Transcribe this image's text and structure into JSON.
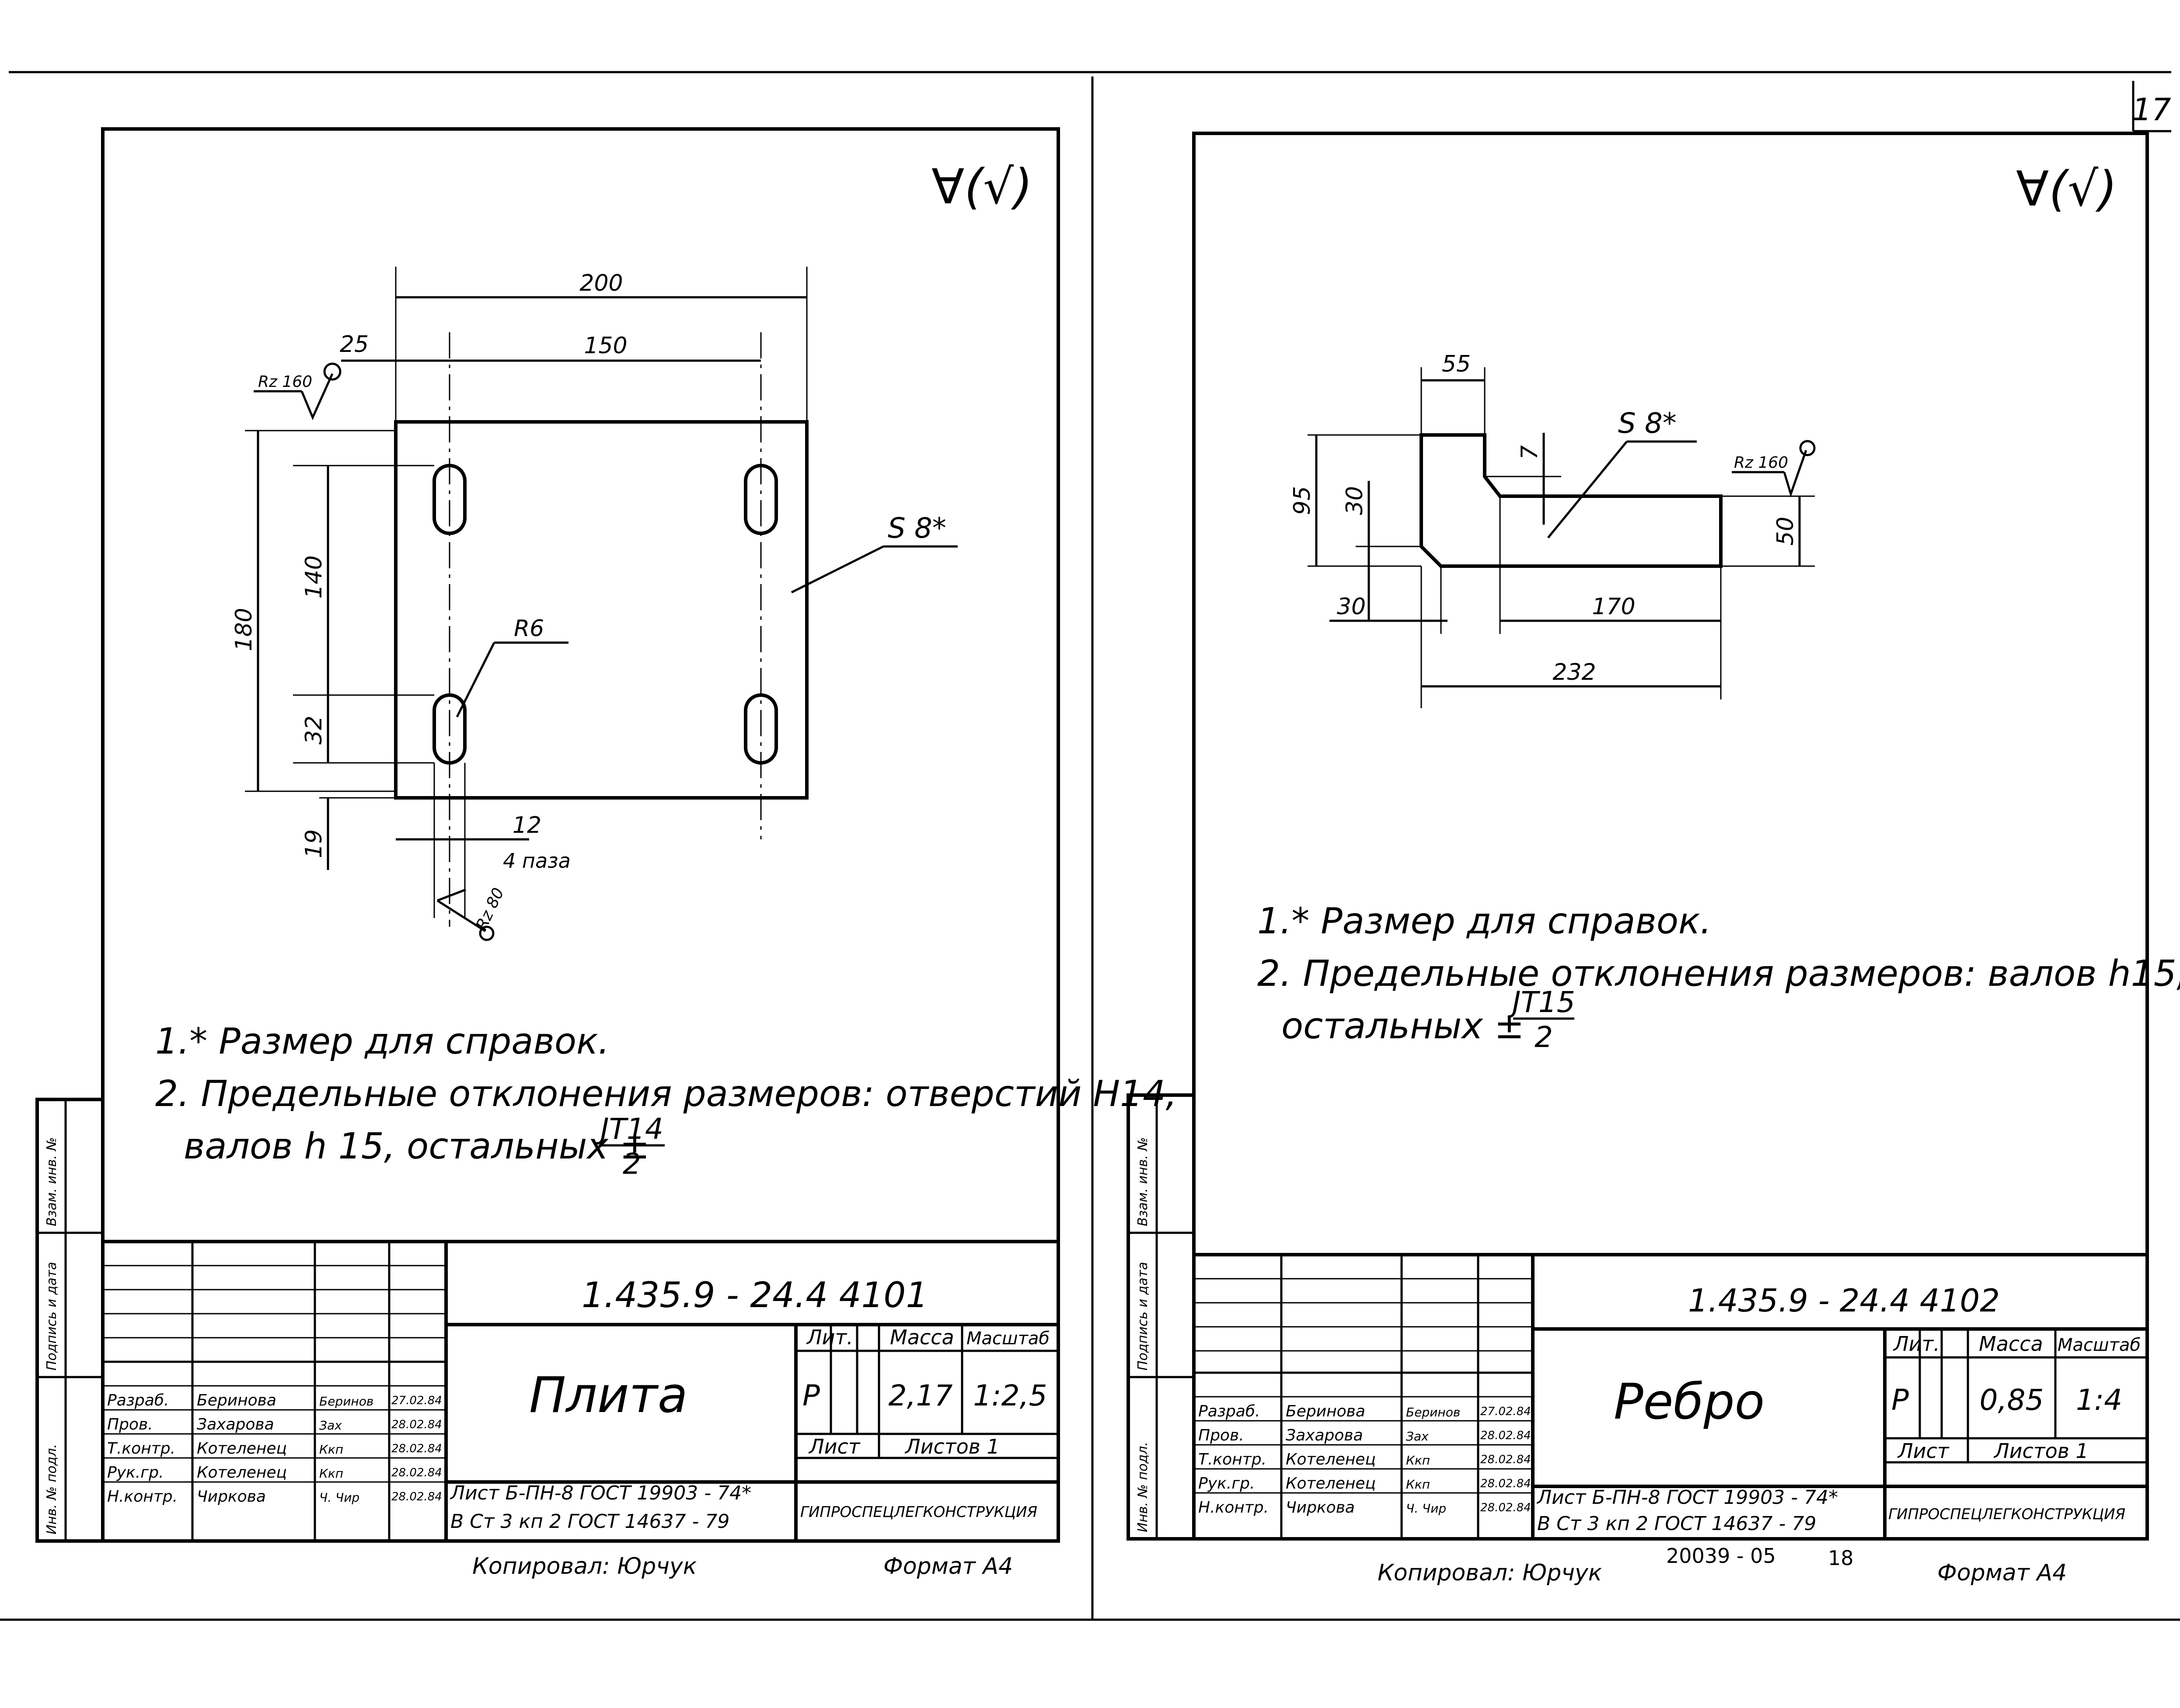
{
  "page": {
    "number": "17"
  },
  "roughness_symbol": "∀(√)",
  "left": {
    "code": "1.435.9 - 24.4 4101",
    "title": "Плита",
    "dims": {
      "d200": "200",
      "d150": "150",
      "d25": "25",
      "d180": "180",
      "d140": "140",
      "d32": "32",
      "d19": "19",
      "d12": "12",
      "slots": "4 паза",
      "r6": "R6",
      "s8": "S 8*",
      "rz160": "Rz 160",
      "rz80": "Rz 80"
    },
    "notes": [
      "1.* Размер для справок.",
      "2. Предельные отклонения размеров: отверстий Н14,",
      "валов h 15, остальных ±"
    ],
    "tol": {
      "num": "JT14",
      "den": "2"
    },
    "mass": "2,17",
    "scale": "1:2,5",
    "letter": "Р",
    "material_1": "Лист Б-ПН-8 ГОСТ 19903 - 74*",
    "material_2": "В Ст 3 кп 2 ГОСТ 14637 - 79",
    "copied": "Копировал: Юрчук",
    "format": "Формат А4",
    "dates": [
      "27.02.84",
      "28.02.84",
      "28.02.84",
      "28.02.84",
      "28.02.84"
    ],
    "signs": [
      "Беринов",
      "Зах",
      "Ккп",
      "Ккп",
      "Ч. Чир"
    ]
  },
  "right": {
    "code": "1.435.9 - 24.4 4102",
    "title": "Ребро",
    "dims": {
      "d55": "55",
      "d95": "95",
      "d30v": "30",
      "d30h": "30",
      "d7": "7",
      "d50": "50",
      "d170": "170",
      "d232": "232",
      "s8": "S 8*",
      "rz160": "Rz 160"
    },
    "notes": [
      "1.* Размер для справок.",
      "2. Предельные отклонения размеров: валов h15,",
      "остальных ±"
    ],
    "tol": {
      "num": "JT15",
      "den": "2"
    },
    "mass": "0,85",
    "scale": "1:4",
    "letter": "Р",
    "material_1": "Лист Б-ПН-8 ГОСТ 19903 - 74*",
    "material_2": "В Ст 3 кп 2 ГОСТ 14637 - 79",
    "copied": "Копировал: Юрчук",
    "inventory": "20039 - 05",
    "sheet_no": "18",
    "format": "Формат А4",
    "dates": [
      "27.02.84",
      "28.02.84",
      "28.02.84",
      "28.02.84",
      "28.02.84"
    ],
    "signs": [
      "Беринов",
      "Зах",
      "Ккп",
      "Ккп",
      "Ч. Чир"
    ]
  },
  "stamp": {
    "lit": "Лит.",
    "mass": "Масса",
    "scale": "Масштаб",
    "sheet": "Лист",
    "sheets": "Листов 1",
    "org": "ГИПРОСПЕЦЛЕГКОНСТРУКЦИЯ",
    "roles": [
      "Разраб.",
      "Пров.",
      "Т.контр.",
      "Рук.гр.",
      "Н.контр."
    ],
    "names": [
      "Беринова",
      "Захарова",
      "Котеленец",
      "Котеленец",
      "Чиркова"
    ]
  },
  "side": [
    "Инв. № подл.",
    "Подпись и дата",
    "Взам. инв. №"
  ]
}
